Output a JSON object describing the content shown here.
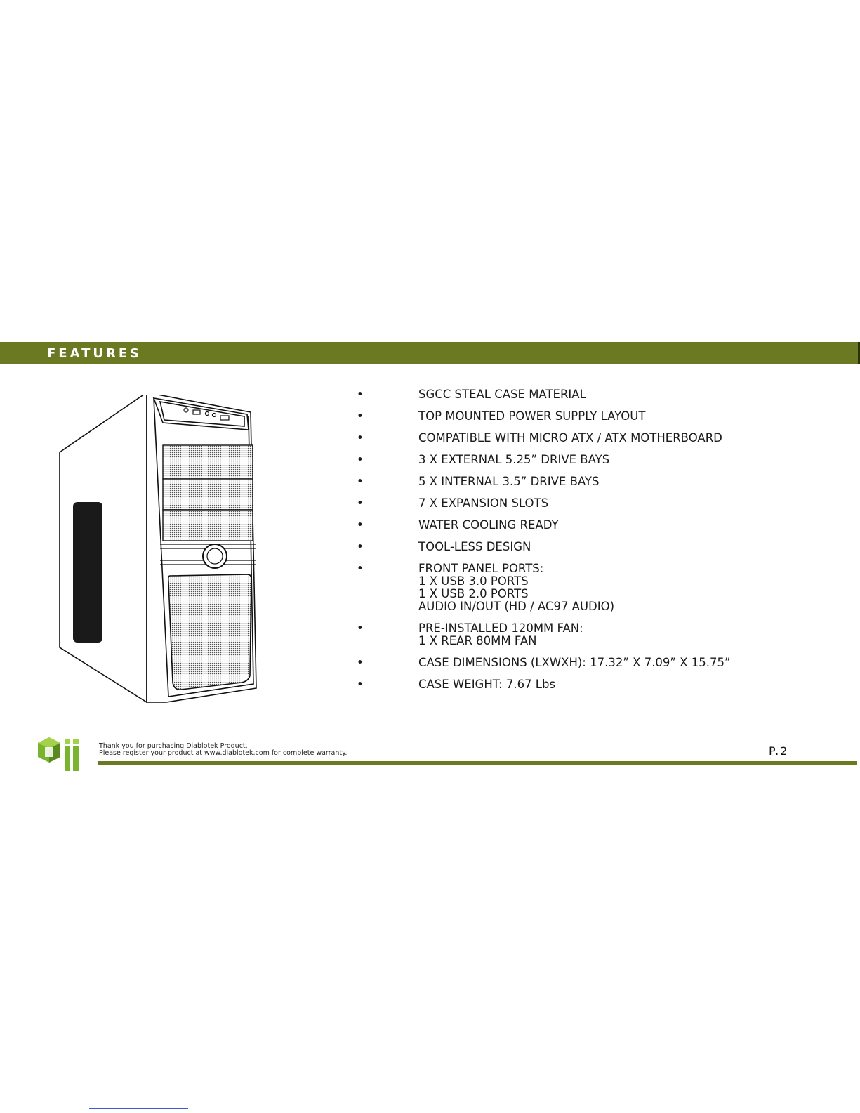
{
  "header": {
    "title": "FEATURES",
    "bar_color": "#6b7a22"
  },
  "features": [
    {
      "bullet": "•",
      "lines": [
        "SGCC STEAL CASE MATERIAL"
      ]
    },
    {
      "bullet": "•",
      "lines": [
        "TOP MOUNTED POWER SUPPLY LAYOUT"
      ]
    },
    {
      "bullet": "•",
      "lines": [
        "COMPATIBLE WITH MICRO ATX / ATX MOTHERBOARD"
      ]
    },
    {
      "bullet": "•",
      "lines": [
        "3 X EXTERNAL 5.25” DRIVE BAYS"
      ]
    },
    {
      "bullet": "•",
      "lines": [
        "5 X INTERNAL 3.5” DRIVE BAYS"
      ]
    },
    {
      "bullet": "•",
      "lines": [
        "7 X  EXPANSION SLOTS"
      ]
    },
    {
      "bullet": "•",
      "lines": [
        "WATER COOLING READY"
      ]
    },
    {
      "bullet": "•",
      "lines": [
        "TOOL-LESS DESIGN"
      ]
    },
    {
      "bullet": "•",
      "lines": [
        "FRONT PANEL PORTS:",
        "1 X USB 3.0 PORTS",
        "1 X USB 2.0 PORTS",
        "AUDIO IN/OUT (HD / AC97 AUDIO)"
      ]
    },
    {
      "bullet": "•",
      "lines": [
        "PRE-INSTALLED 120MM FAN:",
        "1 X REAR 80MM FAN"
      ]
    },
    {
      "bullet": "•",
      "lines": [
        "CASE DIMENSIONS (LXWXH):  17.32” X 7.09” X 15.75”"
      ]
    },
    {
      "bullet": "•",
      "lines": [
        "CASE WEIGHT:  7.67 Lbs"
      ]
    }
  ],
  "footer": {
    "line1": "Thank you for purchasing Diablotek Product.",
    "line2": "Please register your product at www.diablotek.com for complete warranty.",
    "page": "P.2",
    "logo_color": "#7ab32e"
  }
}
